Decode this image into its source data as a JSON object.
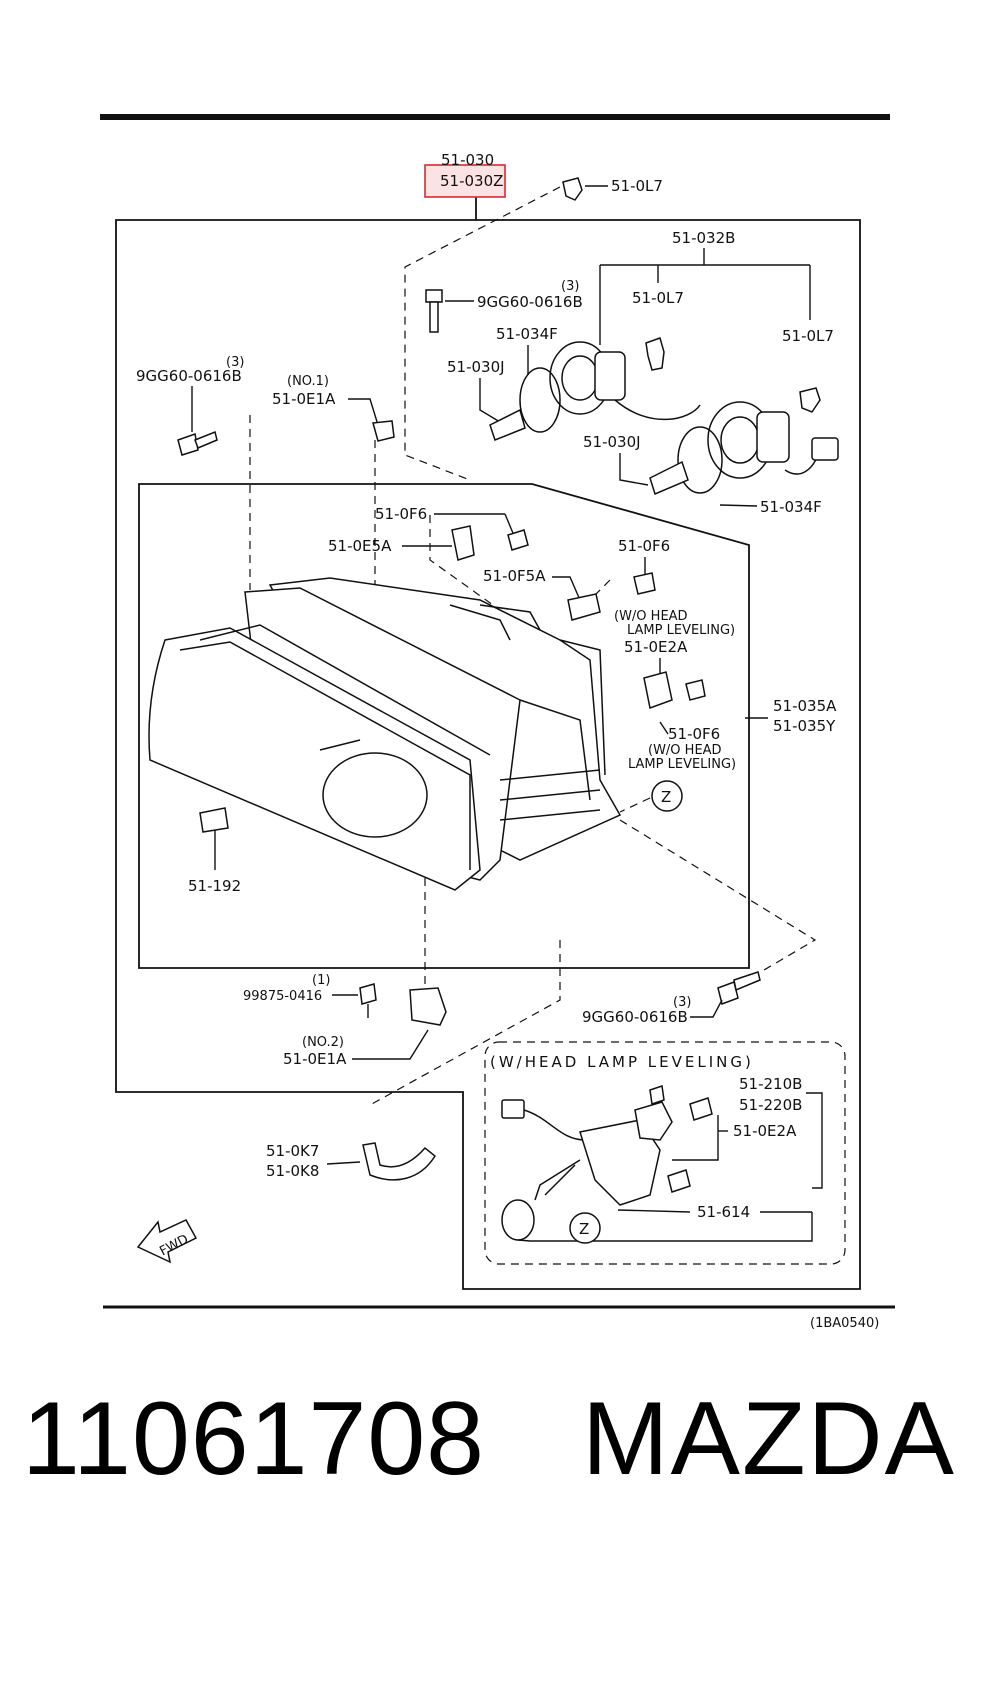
{
  "diagram": {
    "header_code": "51-030",
    "highlighted_code": "51-030Z",
    "highlight_color": "#d9292f",
    "labels": {
      "l_0l7_top": "51-0L7",
      "l_032b": "51-032B",
      "l_qty3_a": "(3)",
      "l_9gg_a": "9GG60-0616B",
      "l_0l7_mid": "51-0L7",
      "l_0l7_right": "51-0L7",
      "l_034f_a": "51-034F",
      "l_030j_a": "51-030J",
      "l_qty3_b": "(3)",
      "l_9gg_b": "9GG60-0616B",
      "l_no1": "(NO.1)",
      "l_0e1a_a": "51-0E1A",
      "l_030j_b": "51-030J",
      "l_034f_b": "51-034F",
      "l_0f6_a": "51-0F6",
      "l_0e5a": "51-0E5A",
      "l_0f6_b": "51-0F6",
      "l_0f5a": "51-0F5A",
      "l_wo_head_1": "(W/O HEAD",
      "l_lamp_lev_1": "LAMP LEVELING)",
      "l_0e2a_a": "51-0E2A",
      "l_035a": "51-035A",
      "l_035y": "51-035Y",
      "l_0f6_c": "51-0F6",
      "l_wo_head_2": "(W/O HEAD",
      "l_lamp_lev_2": "LAMP LEVELING)",
      "l_z_a": "Z",
      "l_192": "51-192",
      "l_qty1": "(1)",
      "l_99875": "99875-0416",
      "l_qty3_c": "(3)",
      "l_9gg_c": "9GG60-0616B",
      "l_no2": "(NO.2)",
      "l_0e1a_b": "51-0E1A",
      "l_w_head": "(W/HEAD  LAMP  LEVELING)",
      "l_210b": "51-210B",
      "l_220b": "51-220B",
      "l_0e2a_b": "51-0E2A",
      "l_0k7": "51-0K7",
      "l_0k8": "51-0K8",
      "l_614": "51-614",
      "l_z_b": "Z",
      "l_fwd": "FWD",
      "l_ref": "(1BA0540)"
    }
  },
  "footer": {
    "part_number": "11061708",
    "brand": "MAZDA"
  }
}
